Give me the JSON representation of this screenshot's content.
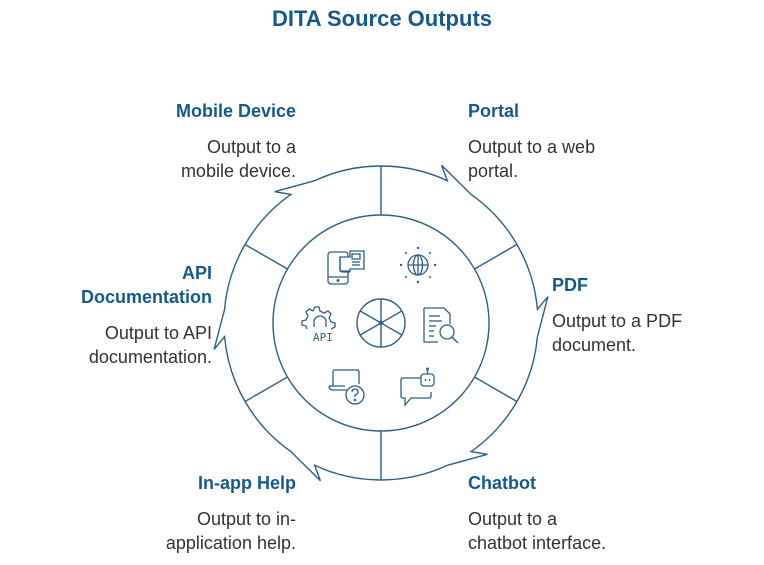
{
  "title": "DITA Source Outputs",
  "colors": {
    "primary": "#165a8c",
    "stroke": "#2e5f86",
    "text": "#333333"
  },
  "outputs": [
    {
      "label": "Mobile Device",
      "desc_lines": [
        "Output to a",
        "mobile device."
      ],
      "icon": "mobile-document-icon"
    },
    {
      "label": "Portal",
      "desc_lines": [
        "Output to a web",
        "portal."
      ],
      "icon": "globe-icon"
    },
    {
      "label": "PDF",
      "desc_lines": [
        "Output to a PDF",
        "document."
      ],
      "icon": "document-search-icon"
    },
    {
      "label": "Chatbot",
      "desc_lines": [
        "Output to a",
        "chatbot interface."
      ],
      "icon": "chatbot-icon"
    },
    {
      "label": "In-app Help",
      "desc_lines": [
        "Output to in-",
        "application help."
      ],
      "icon": "laptop-help-icon"
    },
    {
      "label": "API Documentation",
      "label_lines": [
        "API",
        "Documentation"
      ],
      "desc_lines": [
        "Output to API",
        "documentation."
      ],
      "icon": "api-gear-icon"
    }
  ],
  "api_icon_text": "API"
}
